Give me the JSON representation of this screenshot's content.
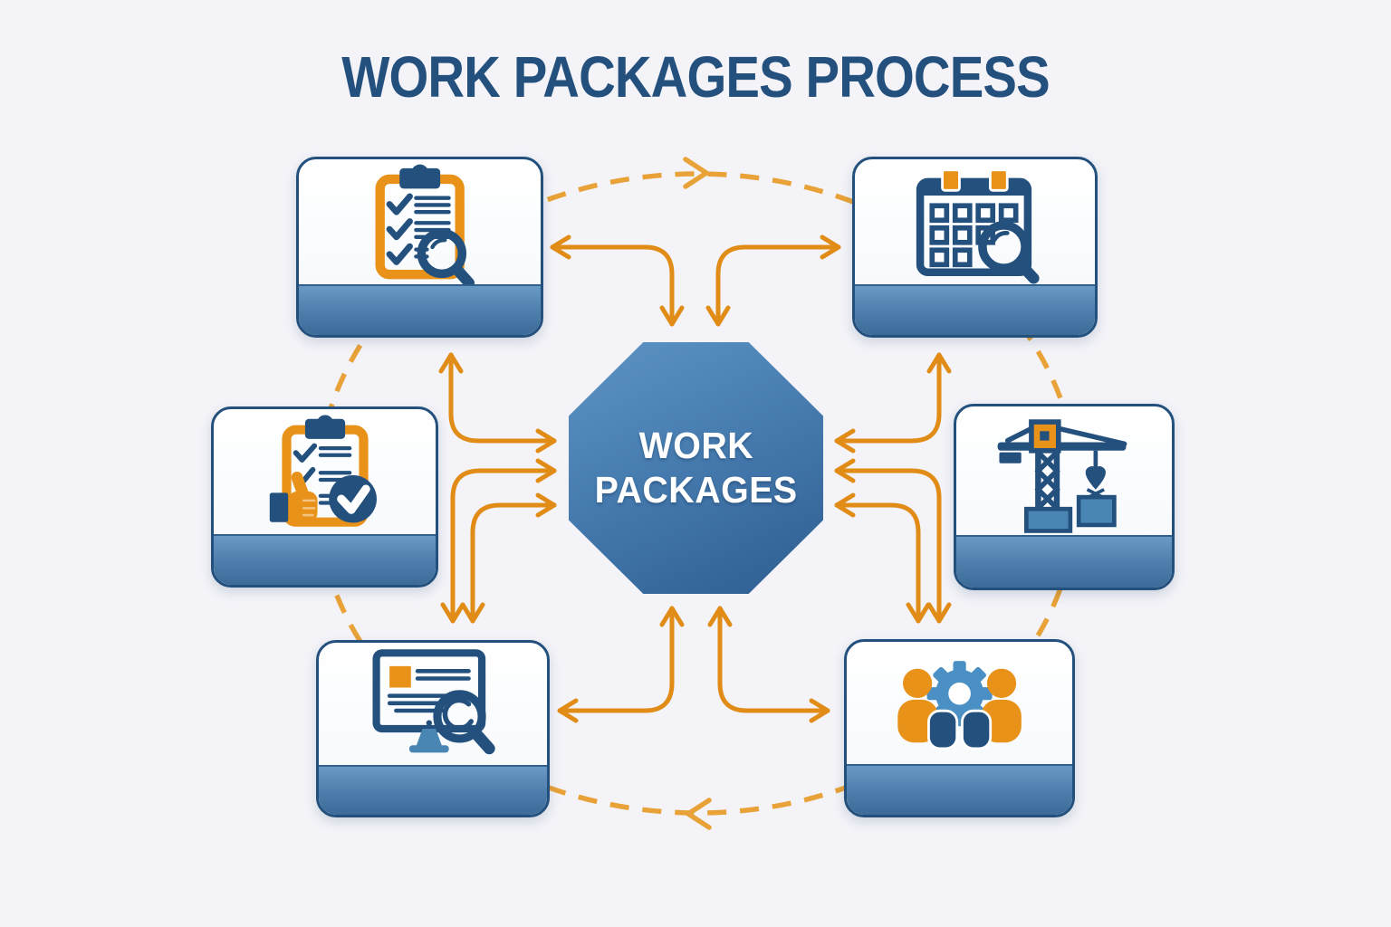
{
  "title": "WORK PACKAGES PROCESS",
  "center": {
    "shape": "octagon",
    "line1": "WORK",
    "line2": "PACKAGES"
  },
  "colors": {
    "background": "#f3f3f8",
    "title_text": "#24507e",
    "arrow": "#e08c16",
    "arrow_dashed": "#e8a238",
    "card_border": "#24507e",
    "card_bg": "#ffffff",
    "card_strip_top": "#699ac5",
    "card_strip_bottom": "#3c6b99",
    "octagon_top": "#5e94c4",
    "octagon_bottom": "#2e5d91",
    "octagon_text": "#ffffff",
    "icon_navy": "#24507e",
    "icon_orange": "#e8921a",
    "icon_steel": "#4a86b4",
    "icon_gear_blue": "#4a90c4"
  },
  "nodes": [
    {
      "id": "top-left",
      "icon": "clipboard-checklist-magnifier-icon"
    },
    {
      "id": "top-right",
      "icon": "calendar-magnifier-icon"
    },
    {
      "id": "middle-left",
      "icon": "clipboard-approved-thumbs-up-icon"
    },
    {
      "id": "middle-right",
      "icon": "tower-crane-icon"
    },
    {
      "id": "bottom-left",
      "icon": "monitor-review-magnifier-icon"
    },
    {
      "id": "bottom-right",
      "icon": "team-gear-icon"
    }
  ],
  "connections": {
    "solid_arrows": [
      {
        "between": [
          "top-left",
          "center"
        ],
        "route": "left-elbow",
        "heads": "both"
      },
      {
        "between": [
          "top-left",
          "center"
        ],
        "route": "top-elbow",
        "heads": "both"
      },
      {
        "between": [
          "top-right",
          "center"
        ],
        "route": "right-elbow",
        "heads": "both"
      },
      {
        "between": [
          "top-right",
          "center"
        ],
        "route": "top-elbow",
        "heads": "both"
      },
      {
        "between": [
          "bottom-left",
          "center"
        ],
        "route": "left-elbow-1",
        "heads": "both"
      },
      {
        "between": [
          "bottom-left",
          "center"
        ],
        "route": "left-elbow-2",
        "heads": "both"
      },
      {
        "between": [
          "bottom-left",
          "center"
        ],
        "route": "bottom-elbow",
        "heads": "both"
      },
      {
        "between": [
          "bottom-right",
          "center"
        ],
        "route": "right-elbow-1",
        "heads": "both"
      },
      {
        "between": [
          "bottom-right",
          "center"
        ],
        "route": "right-elbow-2",
        "heads": "both"
      },
      {
        "between": [
          "bottom-right",
          "center"
        ],
        "route": "bottom-elbow",
        "heads": "both"
      }
    ],
    "dashed_cycle": {
      "style": "dashed",
      "direction": "clockwise",
      "through": [
        "top-left",
        "top-right",
        "middle-right",
        "bottom-right",
        "bottom-left",
        "middle-left"
      ],
      "arrowheads": [
        "top-center-pointing-right",
        "bottom-center-pointing-left"
      ]
    }
  }
}
